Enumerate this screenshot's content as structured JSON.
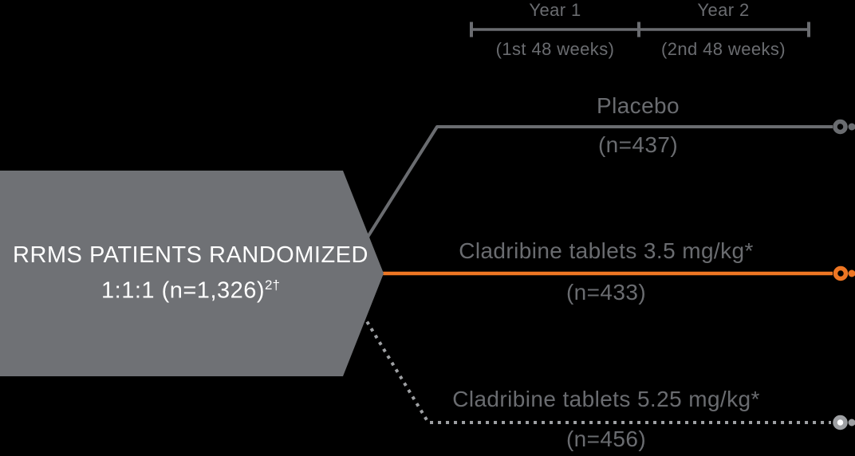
{
  "colors": {
    "gray": "#6A6C70",
    "light_gray": "#9EA0A3",
    "orange": "#EE7623",
    "arrow_fill": "#6F7175",
    "box_text": "#FFFFFF"
  },
  "timeline": {
    "year1": {
      "label": "Year 1",
      "sublabel": "(1st 48 weeks)"
    },
    "year2": {
      "label": "Year 2",
      "sublabel": "(2nd 48 weeks)"
    }
  },
  "randomized_box": {
    "line1": "RRMS PATIENTS RANDOMIZED",
    "line2": "1:1:1 (n=1,326)",
    "reference_superscript": "2†"
  },
  "arms": {
    "placebo": {
      "label": "Placebo",
      "n": "(n=437)",
      "line_style": "solid",
      "line_color": "#6A6C70"
    },
    "cladribine_3_5": {
      "label": "Cladribine tablets 3.5 mg/kg*",
      "n": "(n=433)",
      "line_style": "solid",
      "line_color": "#EE7623"
    },
    "cladribine_5_25": {
      "label": "Cladribine tablets 5.25 mg/kg*",
      "n": "(n=456)",
      "line_style": "dotted",
      "line_color": "#9EA0A3"
    }
  }
}
